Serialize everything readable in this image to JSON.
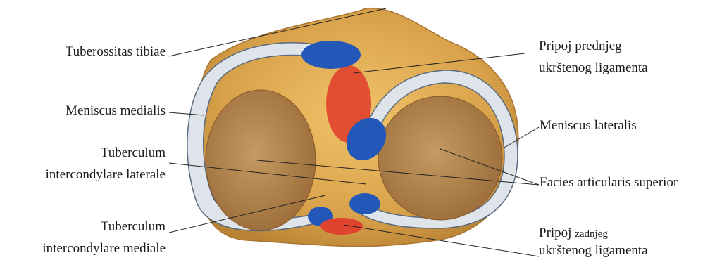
{
  "labels": {
    "tuberositas": "Tuberossitas tibiae",
    "meniscus_medialis": "Meniscus medialis",
    "tuberculum_lat_1": "Tuberculum",
    "tuberculum_lat_2": "intercondylare laterale",
    "tuberculum_med_1": "Tuberculum",
    "tuberculum_med_2": "intercondylare mediale",
    "pripoj_prednjeg_1": "Pripoj prednjeg",
    "pripoj_prednjeg_2": "ukrštenog ligamenta",
    "meniscus_lateralis": "Meniscus lateralis",
    "facies": "Facies articularis superior",
    "pripoj_zadnjeg_a": "Pripoj",
    "pripoj_zadnjeg_b": "zadnjeg",
    "pripoj_zadnjeg_2": "ukrštenog ligamenta"
  },
  "colors": {
    "bone": "#d9a24a",
    "facet": "#b08048",
    "meniscus": "#dfe3ea",
    "acl_insertion": "#e0442e",
    "ligament_blue": "#2458b8",
    "leader_line": "#222222"
  }
}
